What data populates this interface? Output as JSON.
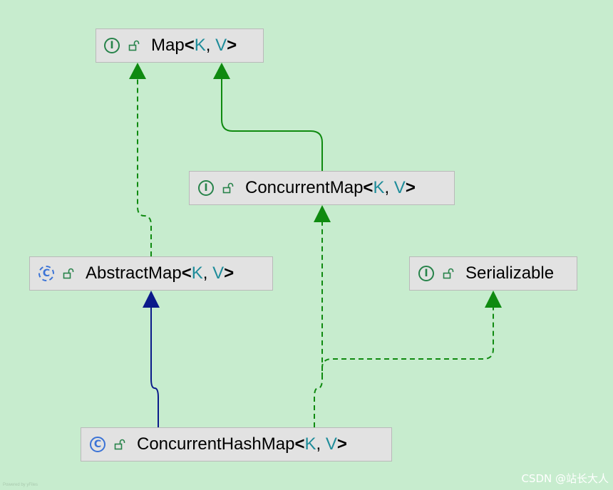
{
  "colors": {
    "background": "#c7ecce",
    "node_fill": "#e2e2e2",
    "interface_edge": "#0f8a10",
    "class_edge": "#0b1a8a",
    "type_param": "#1e8c9a"
  },
  "nodes": {
    "map": {
      "kind": "interface",
      "icon": "interface-icon",
      "kind_letter": "I",
      "name": "Map",
      "open": "<",
      "p1": "K",
      "sep": ", ",
      "p2": "V",
      "close": ">"
    },
    "concurrent_map": {
      "kind": "interface",
      "icon": "interface-icon",
      "kind_letter": "I",
      "name": "ConcurrentMap",
      "open": "<",
      "p1": "K",
      "sep": ", ",
      "p2": "V",
      "close": ">"
    },
    "abstract_map": {
      "kind": "abstract-class",
      "icon": "abstract-class-icon",
      "kind_letter": "C",
      "name": "AbstractMap",
      "open": "<",
      "p1": "K",
      "sep": ", ",
      "p2": "V",
      "close": ">"
    },
    "serializable": {
      "kind": "interface",
      "icon": "interface-icon",
      "kind_letter": "I",
      "name": "Serializable"
    },
    "concurrent_hash_map": {
      "kind": "class",
      "icon": "class-icon",
      "kind_letter": "C",
      "name": "ConcurrentHashMap",
      "open": "<",
      "p1": "K",
      "sep": ", ",
      "p2": "V",
      "close": ">"
    }
  },
  "edges": [
    {
      "from": "concurrent_map",
      "to": "map",
      "style": "solid",
      "relation": "extends"
    },
    {
      "from": "abstract_map",
      "to": "map",
      "style": "dashed",
      "relation": "implements"
    },
    {
      "from": "concurrent_hash_map",
      "to": "abstract_map",
      "style": "solid",
      "relation": "extends"
    },
    {
      "from": "concurrent_hash_map",
      "to": "concurrent_map",
      "style": "dashed",
      "relation": "implements"
    },
    {
      "from": "concurrent_hash_map",
      "to": "serializable",
      "style": "dashed",
      "relation": "implements"
    }
  ],
  "watermark": "CSDN @站长大人",
  "powered_by": "Powered by yFiles"
}
